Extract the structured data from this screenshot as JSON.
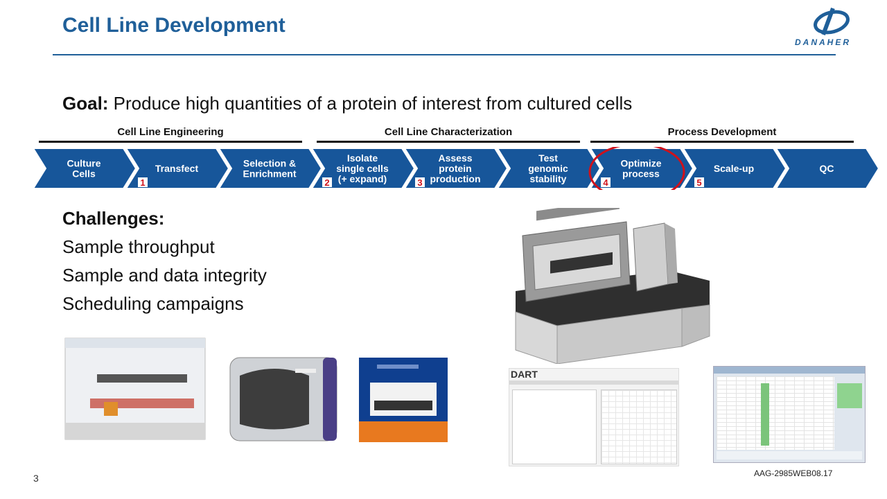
{
  "slide": {
    "title": "Cell Line Development",
    "logo_text": "DANAHER",
    "goal_label": "Goal:",
    "goal_text": " Produce high quantities of a protein of interest from cultured cells",
    "phases": [
      {
        "label": "Cell Line Engineering"
      },
      {
        "label": "Cell Line Characterization"
      },
      {
        "label": "Process Development"
      }
    ],
    "steps": [
      {
        "lines": [
          "Culture",
          "Cells"
        ]
      },
      {
        "lines": [
          "Transfect"
        ]
      },
      {
        "lines": [
          "Selection &",
          "Enrichment"
        ]
      },
      {
        "lines": [
          "Isolate",
          "single cells",
          "(+ expand)"
        ]
      },
      {
        "lines": [
          "Assess",
          "protein",
          "production"
        ]
      },
      {
        "lines": [
          "Test",
          "genomic",
          "stability"
        ]
      },
      {
        "lines": [
          "Optimize",
          "process"
        ]
      },
      {
        "lines": [
          "Scale-up"
        ]
      },
      {
        "lines": [
          "QC"
        ]
      }
    ],
    "markers": [
      "1",
      "2",
      "3",
      "4",
      "5"
    ],
    "challenges": {
      "heading": "Challenges:",
      "items": [
        "Sample throughput",
        "Sample and data integrity",
        "Scheduling campaigns"
      ]
    },
    "software_title": "DART",
    "page_number": "3",
    "doc_code": "AAG-2985WEB08.17",
    "colors": {
      "accent": "#1f5f99",
      "chevron": "#17569a",
      "highlight": "#d0111b"
    }
  }
}
